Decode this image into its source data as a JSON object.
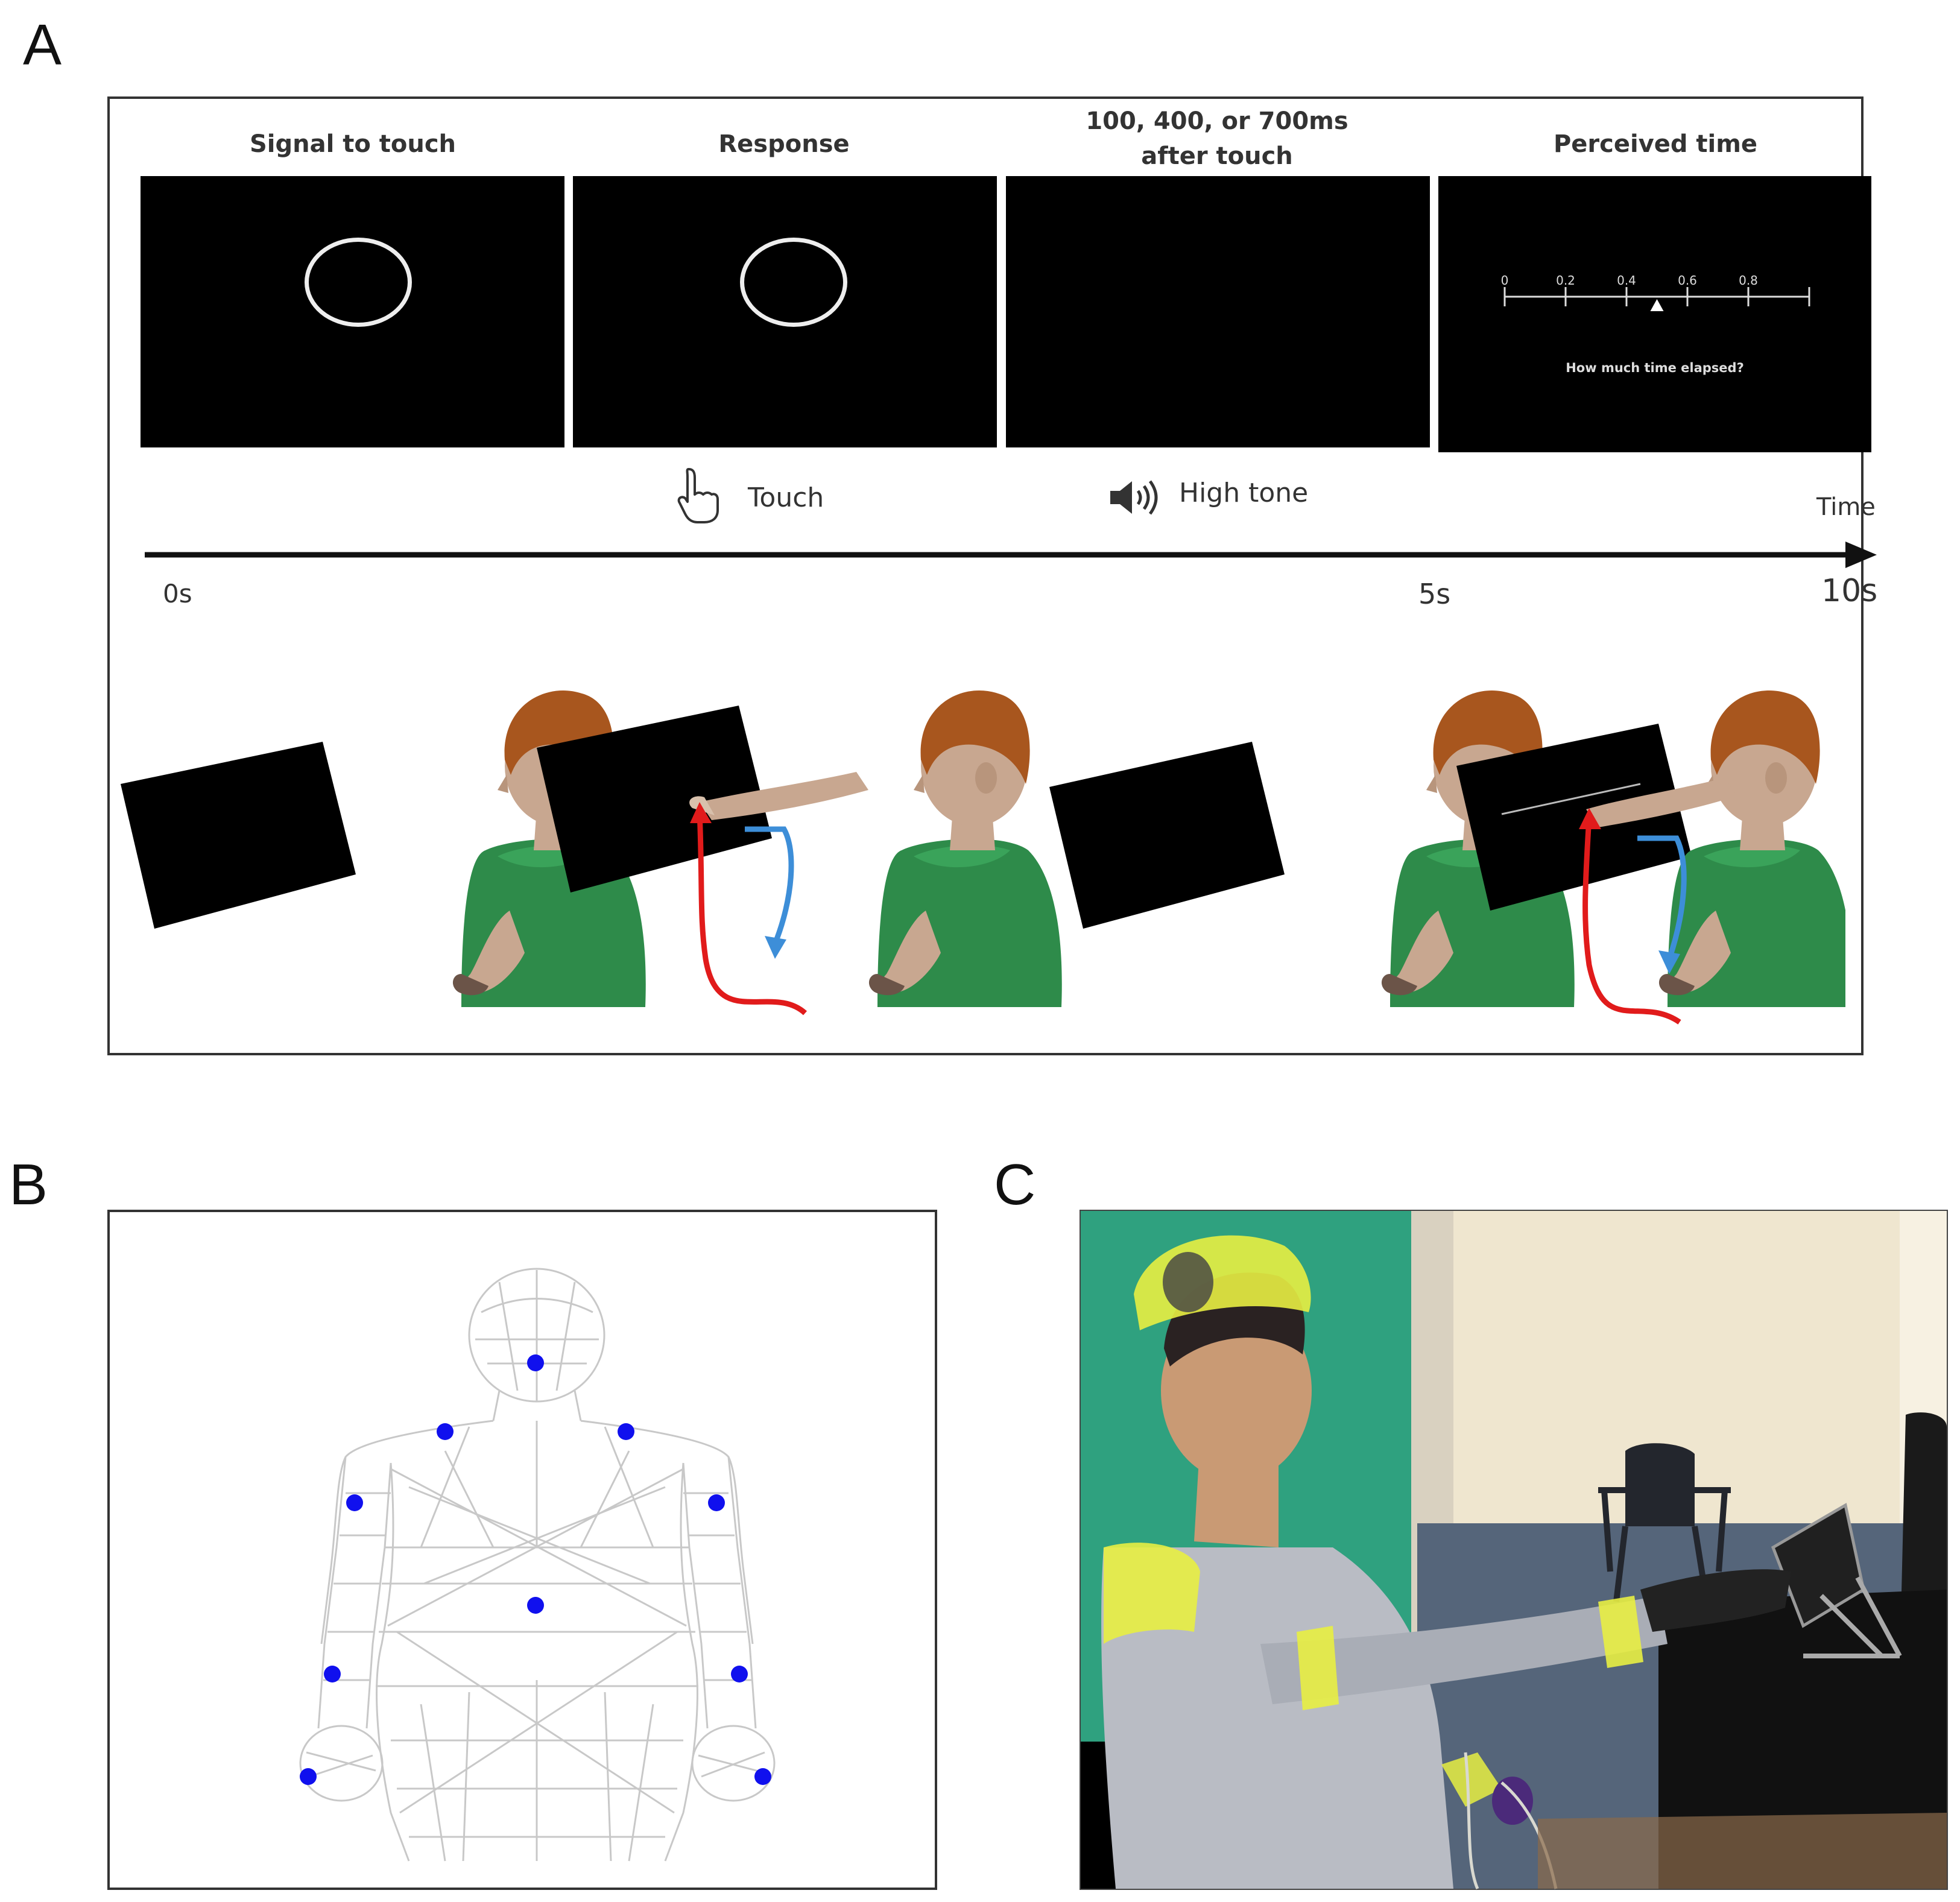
{
  "panel_a": {
    "letter": "A",
    "screens": [
      {
        "label": "Signal to touch"
      },
      {
        "label": "Response"
      },
      {
        "label_line1": "100, 400, or 700ms",
        "label_line2": "after touch"
      },
      {
        "label": "Perceived time",
        "scale_ticks": [
          "0",
          "0.2",
          "0.4",
          "0.6",
          "0.8",
          ""
        ],
        "marker_value": 0.5,
        "prompt": "How much time elapsed?"
      }
    ],
    "events": {
      "touch": "Touch",
      "tone": "High tone"
    },
    "timeline": {
      "axis_label": "Time",
      "ticks": [
        "0s",
        "5s",
        "10s"
      ]
    }
  },
  "panel_b": {
    "letter": "B",
    "markers": [
      "head",
      "left-shoulder",
      "right-shoulder",
      "left-elbow",
      "right-elbow",
      "torso",
      "left-wrist",
      "right-wrist",
      "left-hand",
      "right-hand"
    ]
  },
  "panel_c": {
    "letter": "C"
  },
  "colors": {
    "red_arrow": "#e11b1b",
    "blue_arrow": "#3d8ed8",
    "marker": "#1010ee",
    "shirt": "#2e8b4a",
    "hair": "#a8561e",
    "skin": "#c8a790",
    "wall_green": "#2fa17f",
    "tape_yellow": "#e8ee42"
  },
  "icons": [
    "hand-pointer-icon",
    "speaker-icon"
  ]
}
